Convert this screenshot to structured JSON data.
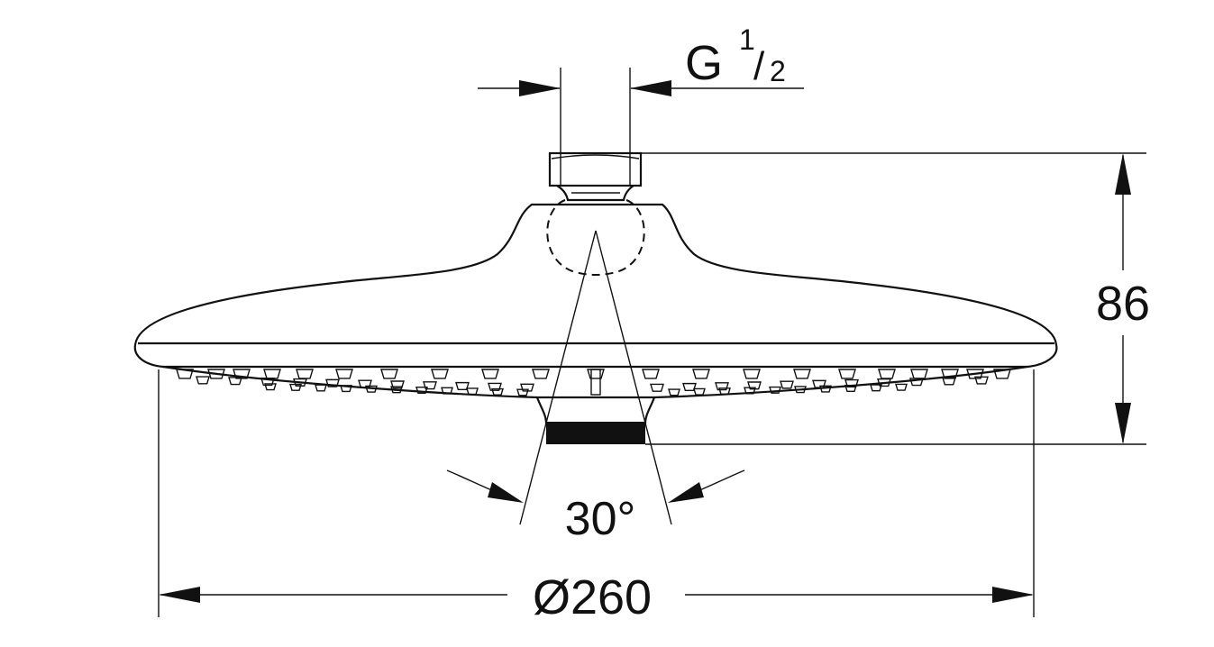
{
  "diagram": {
    "thread_label": {
      "letter": "G",
      "numerator": "1",
      "slash": "/",
      "denominator": "2"
    },
    "height_label": "86",
    "angle_label": "30°",
    "diameter_label": "Ø260",
    "line_color": "#111111",
    "background": "#ffffff"
  }
}
